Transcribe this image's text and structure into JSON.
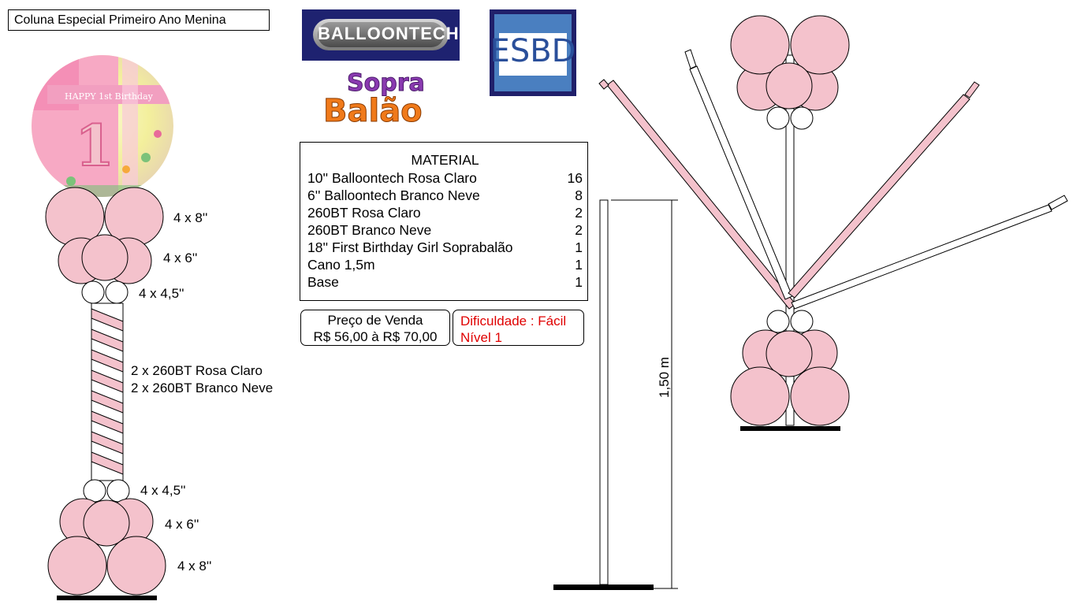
{
  "title": "Coluna Especial Primeiro Ano Menina",
  "logos": {
    "balloontech": "BALLOONTECH",
    "esbd": "ESBD",
    "sopra_line1": "Sopra",
    "sopra_line2": "Balão"
  },
  "foil_balloon": {
    "text": "HAPPY 1st Birthday",
    "number": "1"
  },
  "column_labels": {
    "top_8": "4 x 8''",
    "top_6": "4 x 6''",
    "top_45": "4 x 4,5''",
    "twist_1": "2 x 260BT Rosa Claro",
    "twist_2": "2 x 260BT Branco Neve",
    "bottom_45": "4 x 4,5''",
    "bottom_6": "4 x 6''",
    "bottom_8": "4 x 8''"
  },
  "material": {
    "header": "MATERIAL",
    "items": [
      {
        "name": "10'' Balloontech Rosa Claro",
        "qty": "16"
      },
      {
        "name": "6'' Balloontech Branco Neve",
        "qty": "8"
      },
      {
        "name": "260BT Rosa Claro",
        "qty": "2"
      },
      {
        "name": "260BT Branco Neve",
        "qty": "2"
      },
      {
        "name": "18'' First Birthday Girl Soprabalão",
        "qty": "1"
      },
      {
        "name": "Cano 1,5m",
        "qty": "1"
      },
      {
        "name": "Base",
        "qty": "1"
      }
    ]
  },
  "price": {
    "label": "Preço de Venda",
    "range": "R$ 56,00 à R$ 70,00"
  },
  "difficulty": {
    "label": "Dificuldade : Fácil",
    "level": "Nível 1"
  },
  "pole_dimension": "1,50 m",
  "colors": {
    "pink": "#f4c2cc",
    "white": "#ffffff",
    "accent_red": "#e00000"
  }
}
